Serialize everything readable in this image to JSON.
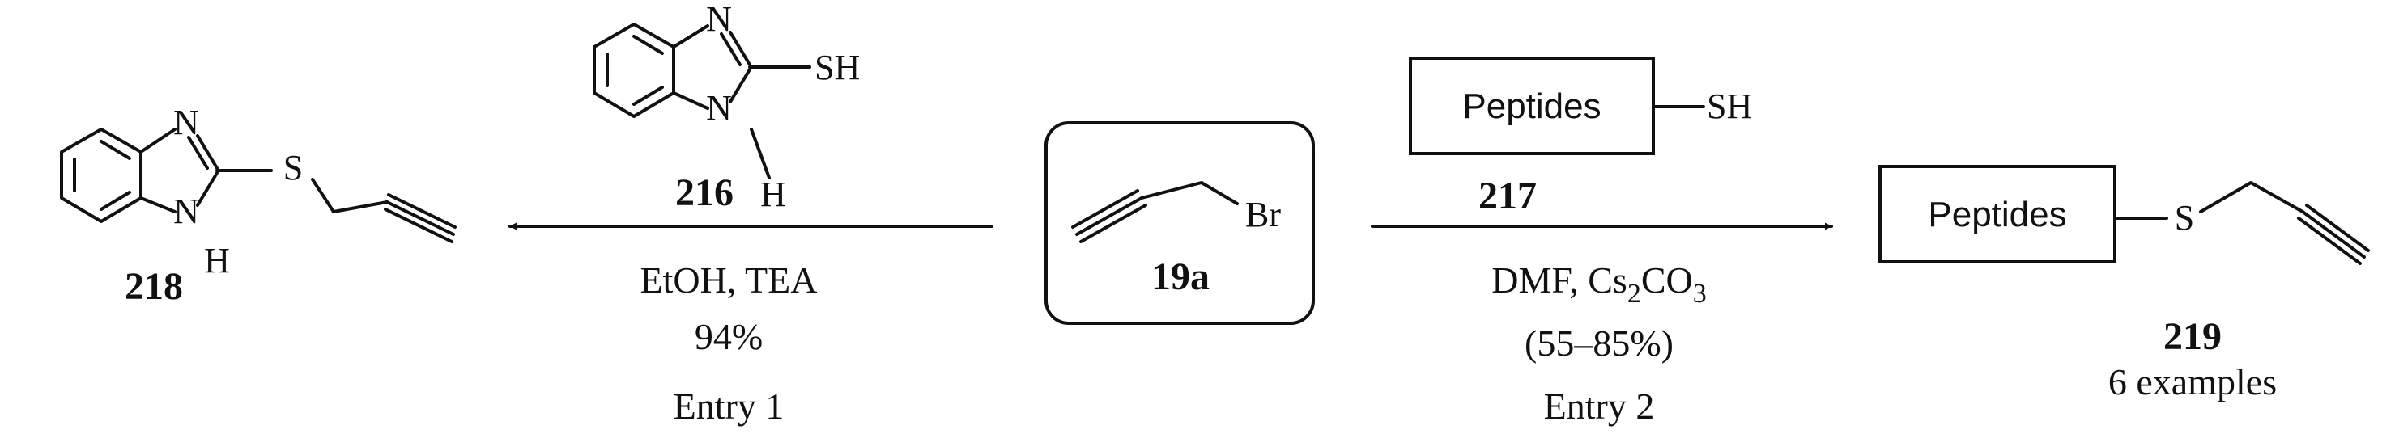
{
  "reagent_216": {
    "id": "216",
    "atoms": {
      "n_top": "N",
      "n_bottom": "N",
      "h_bottom": "H",
      "sh": "SH"
    }
  },
  "product_218": {
    "id": "218",
    "atoms": {
      "n_top": "N",
      "n_bottom": "N",
      "h_bottom": "H",
      "s": "S"
    }
  },
  "starting_material_19a": {
    "id": "19a",
    "atoms": {
      "br": "Br"
    }
  },
  "reagent_217": {
    "id": "217",
    "box_label": "Peptides",
    "atoms": {
      "sh": "SH"
    }
  },
  "product_219": {
    "id": "219",
    "box_label": "Peptides",
    "atoms": {
      "s": "S"
    },
    "note": "6 examples"
  },
  "left_reaction": {
    "solvent_base": "EtOH, TEA",
    "yield": "94%",
    "entry": "Entry 1"
  },
  "right_reaction": {
    "solvent": "DMF, Cs",
    "base_sub1": "2",
    "base_mid": "CO",
    "base_sub2": "3",
    "yield": "(55–85%)",
    "entry": "Entry 2"
  },
  "colors": {
    "ink": "#111111",
    "background": "#ffffff"
  }
}
